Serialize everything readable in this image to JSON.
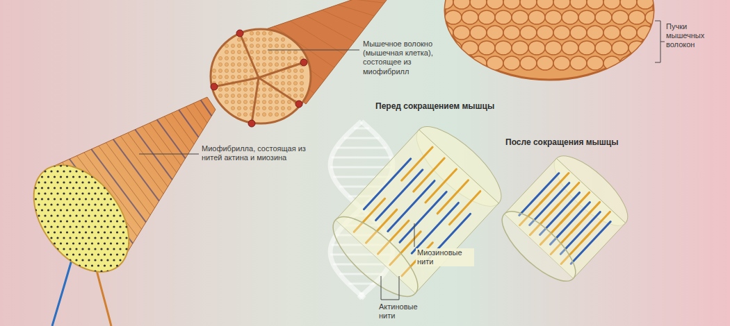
{
  "diagram": {
    "labels": [
      "Пучки мышечных волокон",
      "Мышечное волокно (мышечная клетка), состоящее из миофибрилл",
      "Перед сокращением мышцы",
      "После сокращения мышцы",
      "Миофибрилла, состоящая из нитей актина и миозина",
      "Миозиновые нити",
      "Актиновые нити"
    ]
  }
}
